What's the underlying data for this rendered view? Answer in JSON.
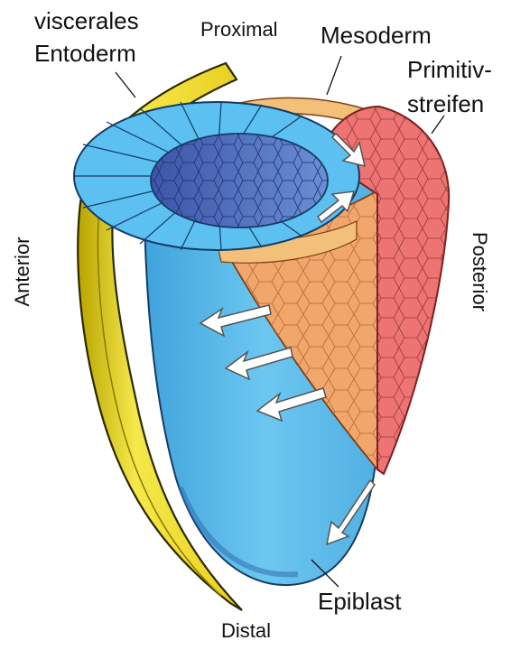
{
  "labels": {
    "visceral_line1": "viscerales",
    "visceral_line2": "Entoderm",
    "proximal": "Proximal",
    "mesoderm": "Mesoderm",
    "primitive_line1": "Primitiv-",
    "primitive_line2": "streifen",
    "anterior": "Anterior",
    "posterior": "Posterior",
    "epiblast": "Epiblast",
    "distal": "Distal"
  },
  "colors": {
    "visceral_endoderm": "#f2e33a",
    "epiblast": "#5bbcea",
    "epiblast_dark": "#2f7fc4",
    "mesoderm": "#f0a56a",
    "primitive_streak": "#ec6f6f",
    "cavity": "#3f5fb0"
  }
}
